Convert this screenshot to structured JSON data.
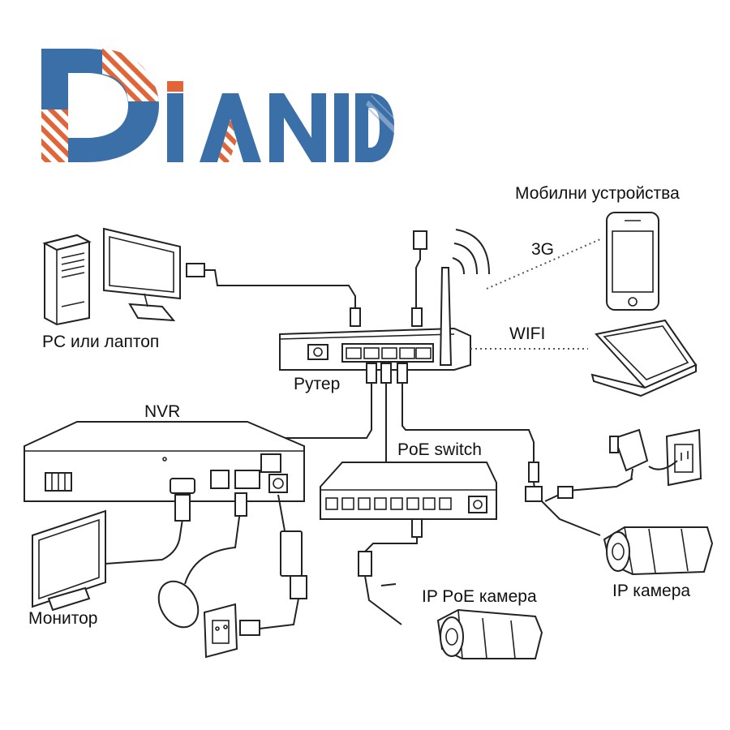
{
  "brand": {
    "logo_text": "DIANID",
    "colors": {
      "blue": "#3b6fa8",
      "orange": "#e0663a"
    }
  },
  "labels": {
    "mobile": "Мобилни устройства",
    "g3": "3G",
    "pc": "PC или лаптоп",
    "wifi": "WIFI",
    "router": "Рутер",
    "nvr": "NVR",
    "poe_switch": "PoE switch",
    "monitor": "Монитор",
    "ip_poe_camera": "IP PoE камера",
    "ip_camera": "IP камера"
  },
  "icons": [
    "pc-tower-icon",
    "monitor-icon",
    "router-icon",
    "smartphone-icon",
    "laptop-icon",
    "nvr-icon",
    "poe-switch-icon",
    "ip-poe-camera-icon",
    "ip-camera-icon",
    "power-outlet-icon",
    "power-adapter-icon",
    "mouse-icon",
    "wifi-signal-icon"
  ]
}
